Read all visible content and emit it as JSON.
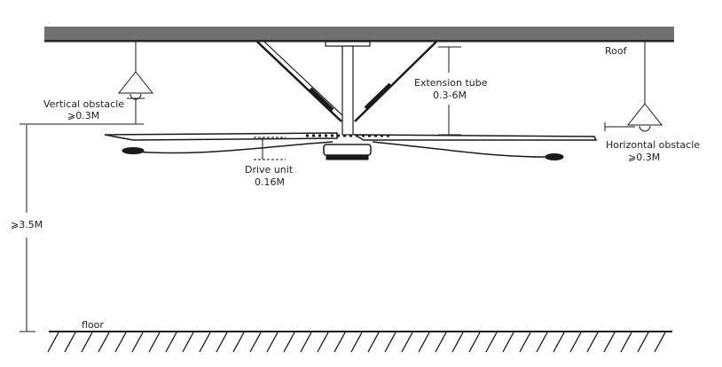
{
  "labels": {
    "roof": "Roof",
    "vertical_obstacle": "Vertical obstacle",
    "vertical_obstacle_value": "⩾0.3M",
    "extension_tube": "Extension tube",
    "extension_tube_value": "0.3-6M",
    "drive_unit": "Drive unit",
    "drive_unit_value": "0.16M",
    "horizontal_obstacle": "Horizontal obstacle",
    "horizontal_obstacle_value": "⩾0.3M",
    "height": "⩾3.5M",
    "floor": "floor"
  },
  "colors": {
    "roof": "#707070",
    "line": "#1a1a1a"
  }
}
